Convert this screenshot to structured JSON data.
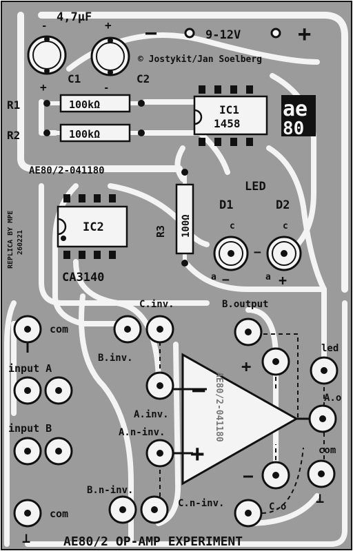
{
  "colors": {
    "copper": "#9b9b9b",
    "track": "#f4f4f4",
    "silk": "#111111",
    "background": "#ffffff"
  },
  "capacitors": {
    "value": "4,7µF",
    "c1": "C1",
    "c2": "C2",
    "plus": "+",
    "minus": "-"
  },
  "supply": {
    "minus": "−",
    "voltage": "9-12V",
    "plus": "+"
  },
  "copyright": "© Jostykit/Jan Soelberg",
  "resistors": {
    "r1": "R1",
    "r2": "R2",
    "r3": "R3",
    "r1_value": "100kΩ",
    "r2_value": "100kΩ",
    "r3_value": "100Ω"
  },
  "ics": {
    "ic1": "IC1",
    "ic1_part": "1458",
    "ic2": "IC2",
    "ic2_part": "CA3140"
  },
  "logo": {
    "top": "ae",
    "bottom": "80"
  },
  "board_id": "AE80/2-041180",
  "replica": {
    "line1": "REPLICA BY MPE",
    "line2": "260221"
  },
  "leds": {
    "title": "LED",
    "d1": "D1",
    "d2": "D2",
    "cathode": "c",
    "anode": "a",
    "minus": "−",
    "plus": "+"
  },
  "pads": {
    "com": "com",
    "input_a": "input A",
    "input_b": "input B",
    "c_inv": "C.inv.",
    "b_output": "B.output",
    "b_inv": "B.inv.",
    "a_inv": "A.inv.",
    "a_n_inv": "A.n-inv.",
    "b_n_inv": "B.n-inv.",
    "c_n_inv": "C.n-inv.",
    "c_o": "C.o",
    "a_o": "A.o",
    "led": "led",
    "ground_symbol": "⊥"
  },
  "opamp": {
    "plus": "+",
    "minus": "−",
    "mirrored_id": "AE80/2-041180"
  },
  "footer": "AE80/2 OP-AMP EXPERIMENT"
}
